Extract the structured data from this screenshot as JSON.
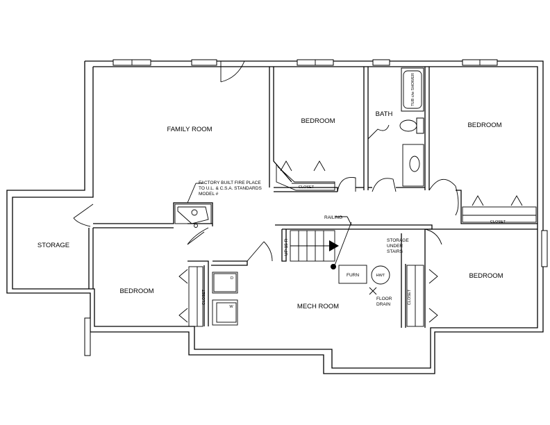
{
  "rooms": {
    "family_room": "FAMILY ROOM",
    "bedroom_center": "BEDROOM",
    "bath": "BATH",
    "bedroom_ne": "BEDROOM",
    "storage": "STORAGE",
    "bedroom_sw": "BEDROOM",
    "mech_room": "MECH ROOM",
    "bedroom_se": "BEDROOM"
  },
  "labels": {
    "closet_1": "CLOSET",
    "closet_2": "CLOSET",
    "closet_3": "CLOSET",
    "closet_4": "CLOSET",
    "tub_shower": "TUB c/w SHOWER",
    "fireplace_line1": "FACTORY BUILT FIRE PLACE",
    "fireplace_line2": "TO U.L. & C.S.A. STANDARDS",
    "fireplace_line3": "MODEL #",
    "railing": "RAILING",
    "stairs": "UP 15 R",
    "storage_line1": "STORAGE",
    "storage_line2": "UNDER",
    "storage_line3": "STAIRS",
    "furnace": "FURN",
    "hot_water_tank": "HWT",
    "dryer": "D",
    "washer": "W",
    "floor_drain_line1": "FLOOR",
    "floor_drain_line2": "DRAIN"
  }
}
